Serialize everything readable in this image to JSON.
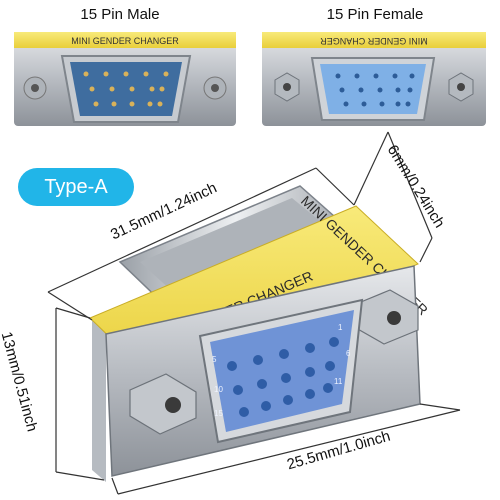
{
  "captions": {
    "male": "15 Pin Male",
    "female": "15 Pin Female"
  },
  "label_band_text": "MINI GENDER CHANGER",
  "badge": "Type-A",
  "dimensions": {
    "length": "31.5mm/1.24inch",
    "thickness": "6mm/0.24inch",
    "height": "13mm/0.51inch",
    "width": "25.5mm/1.0inch"
  },
  "pin_numbers": {
    "one": "1",
    "five": "5",
    "six": "6",
    "ten": "10",
    "eleven": "11",
    "fifteen": "15"
  },
  "colors": {
    "badge": "#21b5e8",
    "label_yellow": "#f3e05a",
    "pin_blue": "#5a8fd0",
    "metal": "#c9cdd2"
  }
}
